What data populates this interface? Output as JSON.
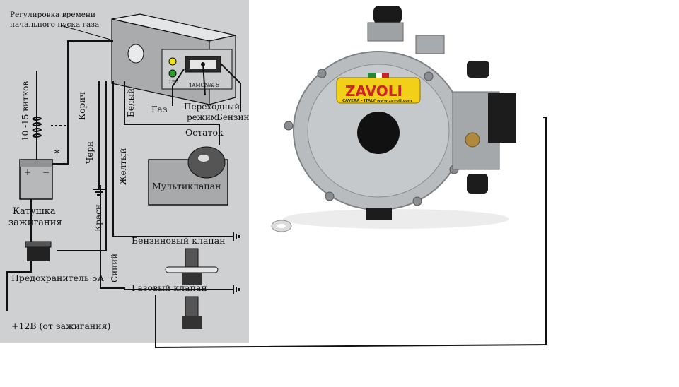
{
  "colors": {
    "panel_bg": "#cfd0d2",
    "wire": "#111111",
    "body_metal": "#b9bcbe",
    "label_yellow": "#f2d019",
    "brand_red": "#d2202a",
    "brand_green": "#1f8a3a",
    "led_yellow": "#f3e21a",
    "led_green": "#2aa02a"
  },
  "labels": {
    "timer_title_1": "Регулировка времени",
    "timer_title_2": "начального пуска газа",
    "koil_turns": "10 -15 витков",
    "koil_wire": "Корич",
    "black_wire": "Черн",
    "red_wire": "Красн",
    "yellow_wire": "Желтый",
    "white_wire": "Белый",
    "blue_wire": "Синий",
    "asterisk": "*",
    "plus": "+",
    "minus": "−",
    "ignition_coil_1": "Катушка",
    "ignition_coil_2": "зажигания",
    "fuse": "Предохранитель 5А",
    "power": "+12В (от зажигания)",
    "gas": "Газ",
    "transition_1": "Переходный",
    "transition_2": "режим",
    "petrol": "Бензин",
    "residue": "Остаток",
    "multivalve": "Мультиклапан",
    "petrol_valve": "Бензиновый клапан",
    "gas_valve": "Газовый клапан",
    "switch_brand": "TAMONA",
    "switch_model": "K-5",
    "lpg": "LPG"
  },
  "reducer": {
    "brand": "ZAVOLI",
    "small_text": "CAVERA - ITALY   www.zavoli.com"
  }
}
